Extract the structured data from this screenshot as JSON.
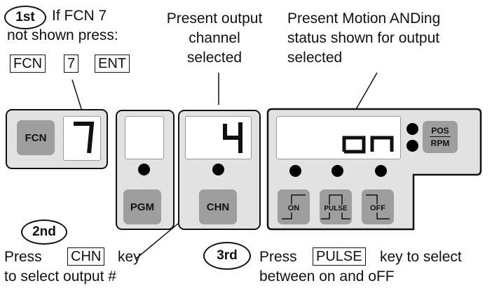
{
  "callouts": {
    "step1": {
      "badge": "1st",
      "line1": "If FCN  7",
      "line2": "not shown press:",
      "keys": [
        "FCN",
        "7",
        "ENT"
      ]
    },
    "channel_note": [
      "Present output",
      "channel",
      "selected"
    ],
    "motion_note": [
      "Present Motion ANDing",
      "status shown for output",
      "selected"
    ],
    "step2": {
      "badge": "2nd",
      "text_before": "Press",
      "key": "CHN",
      "text_after": "key",
      "line2": "to select output #"
    },
    "step3": {
      "badge": "3rd",
      "text_before": "Press",
      "key": "PULSE",
      "text_after": "key to select",
      "line2": "between  on  and oFF"
    }
  },
  "panels": {
    "fcn": {
      "key_label": "FCN",
      "display_value": "7"
    },
    "pgm": {
      "key_label": "PGM"
    },
    "chn": {
      "key_label": "CHN",
      "display_value": "4"
    },
    "output": {
      "display_value": "on",
      "keys": [
        "ON",
        "PULSE",
        "OFF"
      ],
      "unit_top": "POS",
      "unit_bottom": "RPM"
    }
  },
  "colors": {
    "panel_bg": "#e2e2e2",
    "key_bg": "#9e9e9e",
    "led": "#000000"
  },
  "icons": [
    "seven-segment-digit",
    "led-indicator",
    "waveform-on-icon",
    "waveform-pulse-icon",
    "waveform-off-icon"
  ]
}
